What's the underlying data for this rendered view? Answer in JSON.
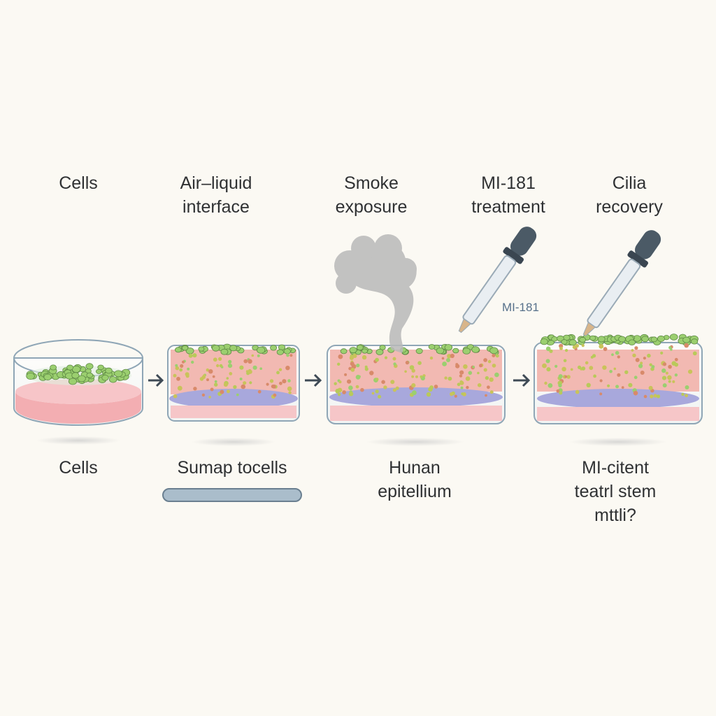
{
  "steps": [
    {
      "top_label": "Cells",
      "bottom_label": "Cells"
    },
    {
      "top_label": "Air–liquid\ninterface",
      "bottom_label": "Sumap tocells"
    },
    {
      "top_label": "Smoke\nexposure",
      "bottom_label": "Hunan\nepitellium"
    },
    {
      "top_label": "MI-181\ntreatment",
      "bottom_label": ""
    },
    {
      "top_label": "Cilia\nrecovery",
      "bottom_label": "MI-citent\nteatrl stem\nmttli?"
    }
  ],
  "dropper_label": "MI-181",
  "colors": {
    "background": "#fbf9f3",
    "medium_pink": "#f3aeb2",
    "tissue_pink": "#f2b9b2",
    "membrane_blue": "#a8a8dc",
    "cell_green": "#9bcf6f",
    "smoke_gray": "#b9b9b9",
    "dropper_cap": "#4b5a66"
  }
}
